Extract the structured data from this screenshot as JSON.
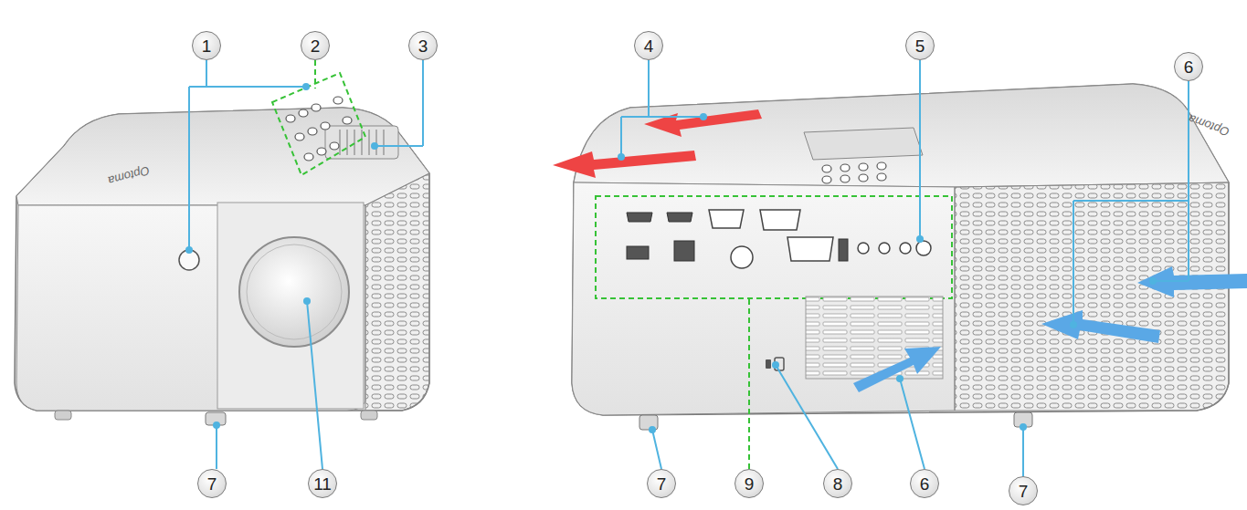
{
  "diagram": {
    "nodes": [
      {
        "text": [
          "1"
        ]
      },
      {
        "text": [
          "2"
        ]
      },
      {
        "text": [
          "3"
        ]
      },
      {
        "text": [
          "4"
        ]
      },
      {
        "text": [
          "5"
        ]
      },
      {
        "text": [
          "6"
        ]
      },
      {
        "text": [
          "7"
        ]
      },
      {
        "text": [
          "11"
        ]
      },
      {
        "text": [
          "7"
        ]
      },
      {
        "text": [
          "9"
        ]
      },
      {
        "text": [
          "8"
        ]
      },
      {
        "text": [
          "6"
        ]
      },
      {
        "text": [
          "7"
        ]
      }
    ],
    "labels": [
      "Optoma",
      "Optoma"
    ]
  }
}
